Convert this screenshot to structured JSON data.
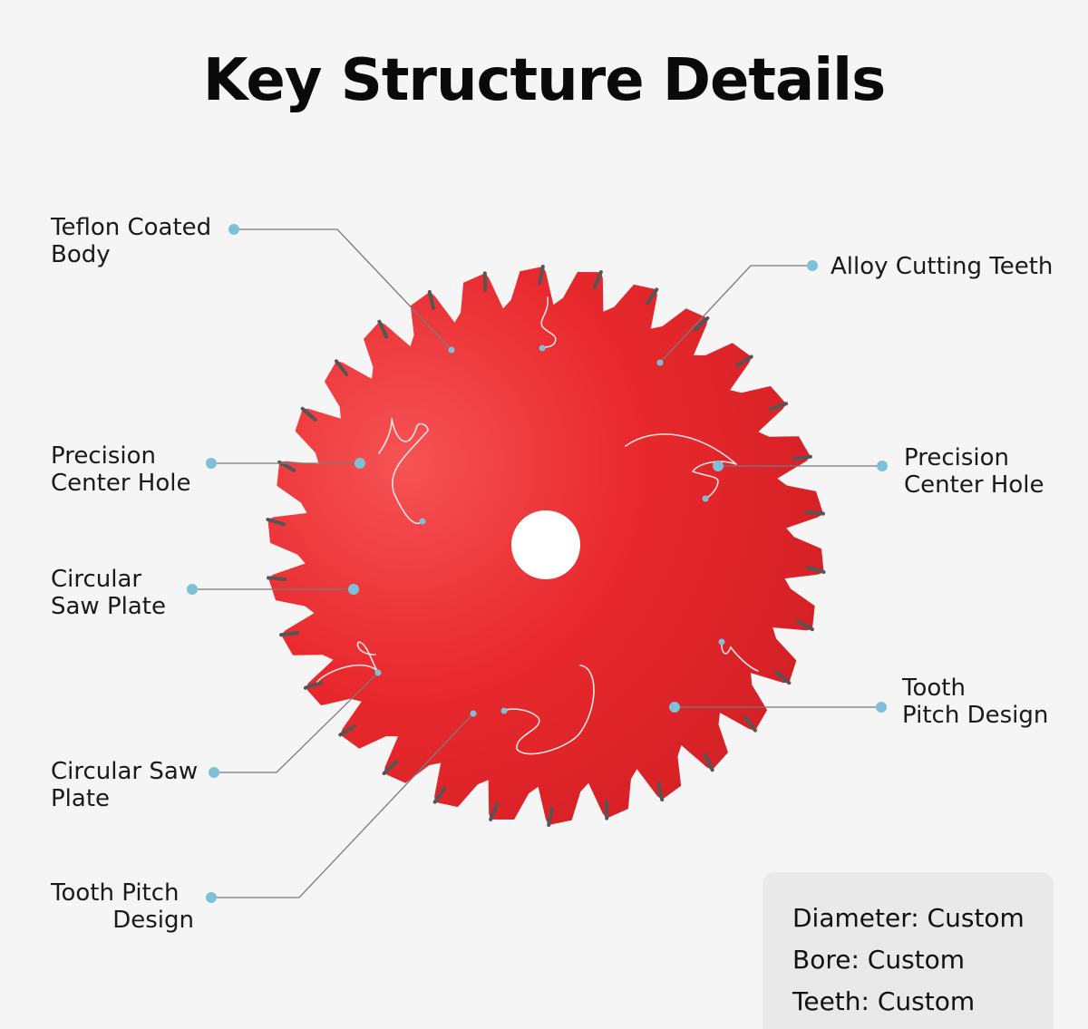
{
  "title": "Key Structure Details",
  "labels": {
    "teflon": [
      "Teflon Coated",
      "Body"
    ],
    "alloy_teeth": [
      "Alloy Cutting Teeth"
    ],
    "center_hole_left": [
      "Precision",
      "Center Hole"
    ],
    "center_hole_right": [
      "Precision",
      "Center Hole"
    ],
    "saw_plate_left": [
      "Circular",
      "Saw Plate"
    ],
    "tooth_pitch_right": [
      "Tooth",
      "Pitch Design"
    ],
    "saw_plate_lower": [
      "Circular Saw",
      "Plate"
    ],
    "tooth_pitch_lower": [
      "Tooth Pitch",
      "Design"
    ]
  },
  "specs": {
    "diameter": "Diameter: Custom",
    "bore": "Bore: Custom",
    "teeth": "Teeth: Custom"
  },
  "colors": {
    "blade": "#e42a2d",
    "blade_light": "#f4484a",
    "blade_dark": "#c91f24",
    "tooth_tip": "#555555",
    "callout_dot": "#7ec0d8",
    "callout_line": "#777777",
    "background": "#f5f5f5"
  }
}
